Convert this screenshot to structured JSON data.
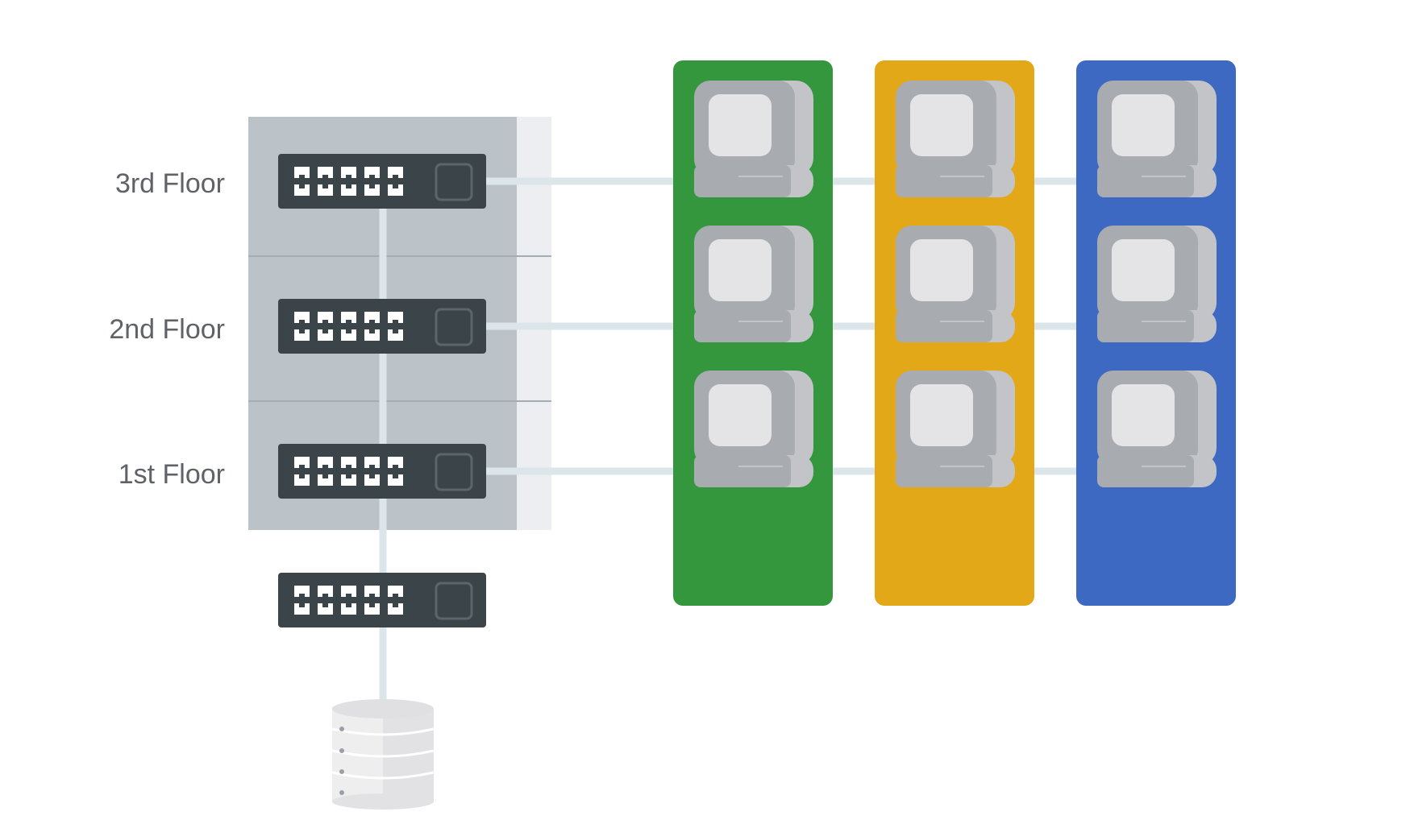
{
  "diagram": {
    "floors": [
      {
        "label": "3rd Floor"
      },
      {
        "label": "2nd Floor"
      },
      {
        "label": "1st Floor"
      }
    ],
    "columns": [
      {
        "color": "#34963d"
      },
      {
        "color": "#e3a817"
      },
      {
        "color": "#3d69c3"
      }
    ],
    "colors": {
      "rack": "#bbc3c9",
      "rack_shadow": "#eceef1",
      "switch": "#3b4449",
      "port": "#ffffff",
      "cable": "#dbe5ea",
      "computer": "#a8abaf",
      "computer_side": "#c2c4c7",
      "screen": "#e4e4e6"
    },
    "icons": [
      "network-switch-icon",
      "computer-icon",
      "database-icon"
    ]
  }
}
